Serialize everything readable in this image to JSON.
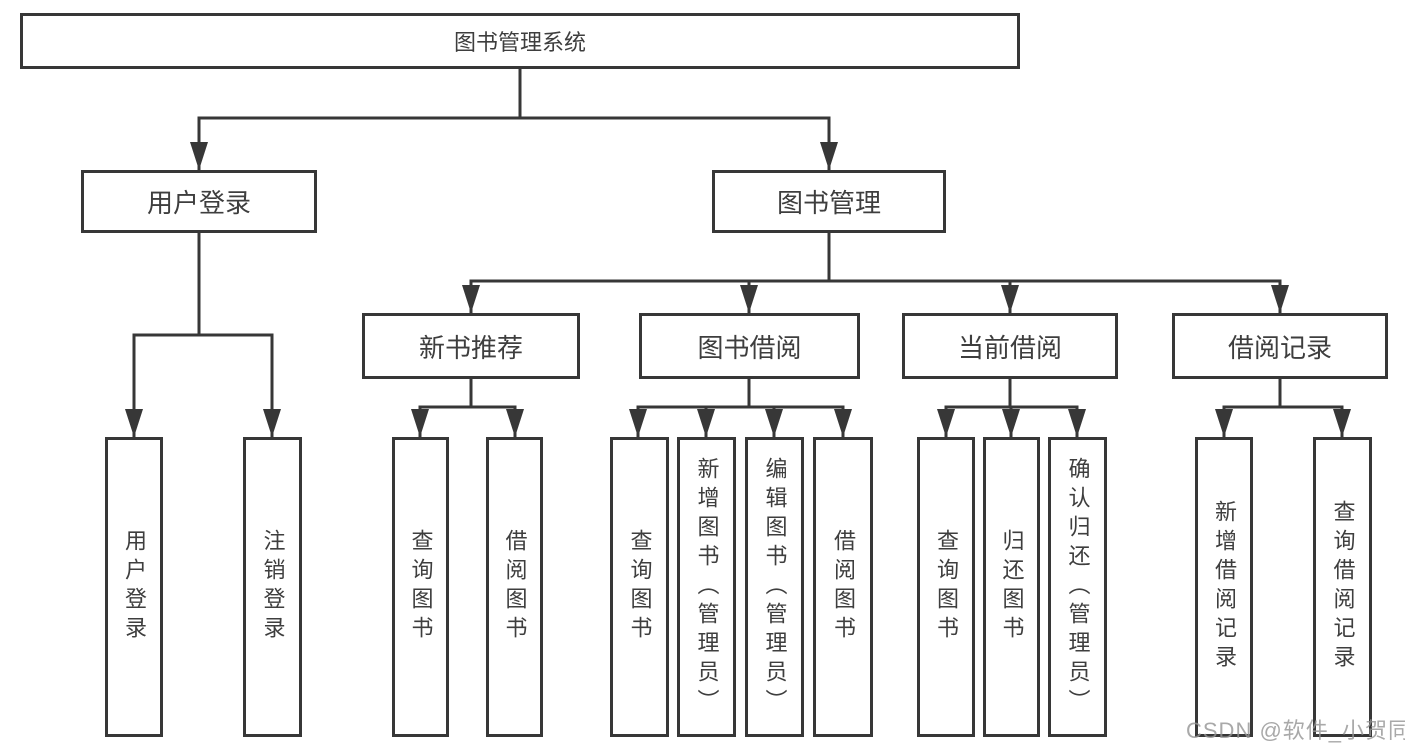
{
  "diagram": {
    "root": {
      "label": "图书管理系统"
    },
    "branches": [
      {
        "label": "用户登录",
        "children": [
          {
            "label": "用户登录"
          },
          {
            "label": "注销登录"
          }
        ]
      },
      {
        "label": "图书管理",
        "groups": [
          {
            "label": "新书推荐",
            "children": [
              {
                "label": "查询图书"
              },
              {
                "label": "借阅图书"
              }
            ]
          },
          {
            "label": "图书借阅",
            "children": [
              {
                "label": "查询图书"
              },
              {
                "label": "新增图书（管理员）"
              },
              {
                "label": "编辑图书（管理员）"
              },
              {
                "label": "借阅图书"
              }
            ]
          },
          {
            "label": "当前借阅",
            "children": [
              {
                "label": "查询图书"
              },
              {
                "label": "归还图书"
              },
              {
                "label": "确认归还（管理员）"
              }
            ]
          },
          {
            "label": "借阅记录",
            "children": [
              {
                "label": "新增借阅记录"
              },
              {
                "label": "查询借阅记录"
              }
            ]
          }
        ]
      }
    ],
    "watermark": "CSDN @软件_小贺同学",
    "line_color": "#373737"
  }
}
